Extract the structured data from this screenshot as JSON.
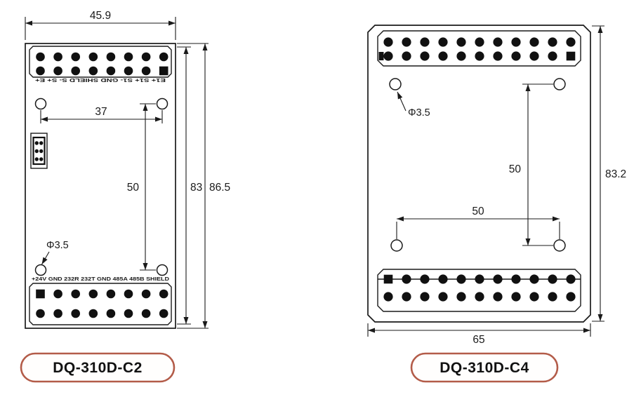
{
  "left_board": {
    "model": "DQ-310D-C2",
    "dimensions": {
      "top_width": "45.9",
      "hole_span_x": "37",
      "hole_span_y": "50",
      "inner_height": "83",
      "overall_height": "86.5",
      "hole_diameter": "Φ3.5"
    },
    "top_terminal_labels": "E1+ S1+ S1- GND SHIELD S- S+ E+",
    "bottom_terminal_labels": "+24V GND 232R 232T GND 485A 485B SHIELD"
  },
  "right_board": {
    "model": "DQ-310D-C4",
    "dimensions": {
      "hole_span_y": "50",
      "hole_span_x": "50",
      "overall_height": "83.2",
      "bottom_width": "65",
      "hole_diameter": "Φ3.5"
    }
  },
  "colors": {
    "line": "#1a1a1a",
    "badge_border": "#b35c49",
    "badge_text": "#111111"
  }
}
